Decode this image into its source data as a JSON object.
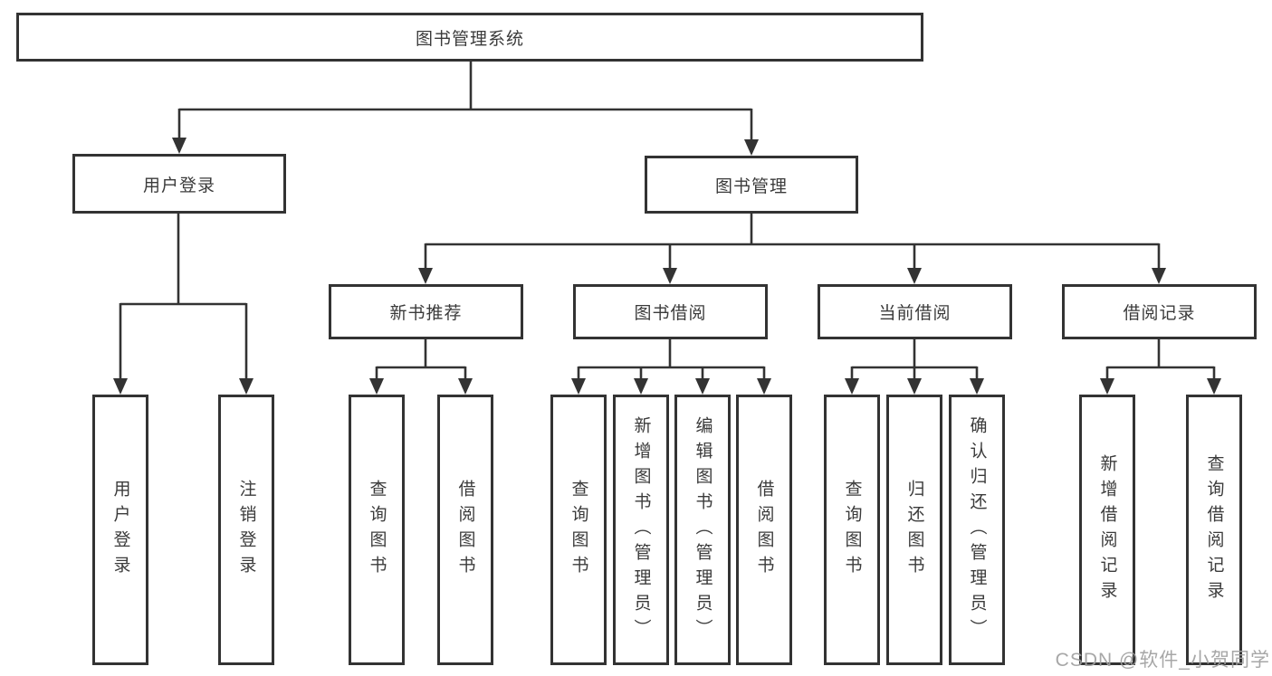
{
  "tree": {
    "label": "图书管理系统",
    "children": [
      {
        "label": "用户登录",
        "children": [
          {
            "label": "用户登录"
          },
          {
            "label": "注销登录"
          }
        ]
      },
      {
        "label": "图书管理",
        "children": [
          {
            "label": "新书推荐",
            "children": [
              {
                "label": "查询图书"
              },
              {
                "label": "借阅图书"
              }
            ]
          },
          {
            "label": "图书借阅",
            "children": [
              {
                "label": "查询图书"
              },
              {
                "label": "新增图书（管理员）"
              },
              {
                "label": "编辑图书（管理员）"
              },
              {
                "label": "借阅图书"
              }
            ]
          },
          {
            "label": "当前借阅",
            "children": [
              {
                "label": "查询图书"
              },
              {
                "label": "归还图书"
              },
              {
                "label": "确认归还（管理员）"
              }
            ]
          },
          {
            "label": "借阅记录",
            "children": [
              {
                "label": "新增借阅记录"
              },
              {
                "label": "查询借阅记录"
              }
            ]
          }
        ]
      }
    ]
  },
  "watermark": {
    "text": "CSDN @软件_小贺同学"
  },
  "colors": {
    "line": "#333333",
    "border": "#333333",
    "text": "#3b3b3b",
    "background": "#ffffff",
    "watermark": "#a0a0a0"
  }
}
